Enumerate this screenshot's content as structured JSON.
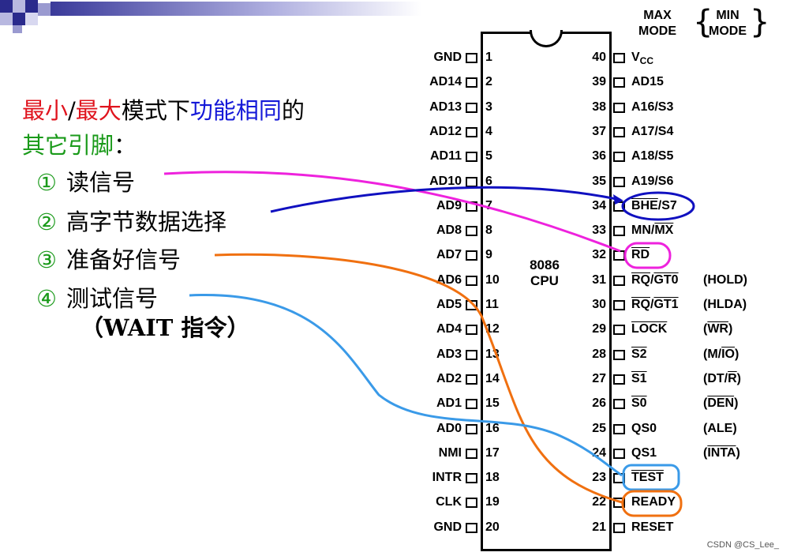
{
  "header": {
    "mode_max": [
      "MAX",
      "MODE"
    ],
    "mode_min": [
      "MIN",
      "MODE"
    ]
  },
  "slide": {
    "title_parts": [
      {
        "text": "最小",
        "color": "red"
      },
      {
        "text": "/",
        "color": "black"
      },
      {
        "text": "最大",
        "color": "red"
      },
      {
        "text": "模式下",
        "color": "black"
      },
      {
        "text": "功能相同",
        "color": "blue"
      },
      {
        "text": "的",
        "color": "black"
      }
    ],
    "title_line2": "其它引脚",
    "title_line2_colon": "：",
    "items": [
      {
        "num": "①",
        "text": "读信号",
        "line_color": "#ee22dd"
      },
      {
        "num": "②",
        "text": "高字节数据选择",
        "line_color": "#1010c0"
      },
      {
        "num": "③",
        "text": "准备好信号",
        "line_color": "#f07010"
      },
      {
        "num": "④",
        "text": "测试信号",
        "line_color": "#3a9ae8"
      }
    ],
    "wait_note": "（WAIT 指令）"
  },
  "chip": {
    "name": "8086",
    "sub": "CPU",
    "left_pins": [
      {
        "num": "1",
        "name": "GND"
      },
      {
        "num": "2",
        "name": "AD14"
      },
      {
        "num": "3",
        "name": "AD13"
      },
      {
        "num": "4",
        "name": "AD12"
      },
      {
        "num": "5",
        "name": "AD11"
      },
      {
        "num": "6",
        "name": "AD10"
      },
      {
        "num": "7",
        "name": "AD9"
      },
      {
        "num": "8",
        "name": "AD8"
      },
      {
        "num": "9",
        "name": "AD7"
      },
      {
        "num": "10",
        "name": "AD6"
      },
      {
        "num": "11",
        "name": "AD5"
      },
      {
        "num": "12",
        "name": "AD4"
      },
      {
        "num": "13",
        "name": "AD3"
      },
      {
        "num": "14",
        "name": "AD2"
      },
      {
        "num": "15",
        "name": "AD1"
      },
      {
        "num": "16",
        "name": "AD0"
      },
      {
        "num": "17",
        "name": "NMI"
      },
      {
        "num": "18",
        "name": "INTR"
      },
      {
        "num": "19",
        "name": "CLK"
      },
      {
        "num": "20",
        "name": "GND"
      }
    ],
    "right_pins": [
      {
        "num": "40",
        "name": "VCC",
        "alt": ""
      },
      {
        "num": "39",
        "name": "AD15",
        "alt": ""
      },
      {
        "num": "38",
        "name": "A16/S3",
        "alt": ""
      },
      {
        "num": "37",
        "name": "A17/S4",
        "alt": ""
      },
      {
        "num": "36",
        "name": "A18/S5",
        "alt": ""
      },
      {
        "num": "35",
        "name": "A19/S6",
        "alt": ""
      },
      {
        "num": "34",
        "name": "BHE/S7",
        "alt": ""
      },
      {
        "num": "33",
        "name": "MN/MX",
        "alt": ""
      },
      {
        "num": "32",
        "name": "RD",
        "alt": ""
      },
      {
        "num": "31",
        "name": "RQ/GT0",
        "alt": "(HOLD)"
      },
      {
        "num": "30",
        "name": "RQ/GT1",
        "alt": "(HLDA)"
      },
      {
        "num": "29",
        "name": "LOCK",
        "alt": "(WR)"
      },
      {
        "num": "28",
        "name": "S2",
        "alt": "(M/IO)"
      },
      {
        "num": "27",
        "name": "S1",
        "alt": "(DT/R)"
      },
      {
        "num": "26",
        "name": "S0",
        "alt": "(DEN)"
      },
      {
        "num": "25",
        "name": "QS0",
        "alt": "(ALE)"
      },
      {
        "num": "24",
        "name": "QS1",
        "alt": "(INTA)"
      },
      {
        "num": "23",
        "name": "TEST",
        "alt": ""
      },
      {
        "num": "22",
        "name": "READY",
        "alt": ""
      },
      {
        "num": "21",
        "name": "RESET",
        "alt": ""
      }
    ]
  },
  "watermark": "CSDN @CS_Lee_"
}
